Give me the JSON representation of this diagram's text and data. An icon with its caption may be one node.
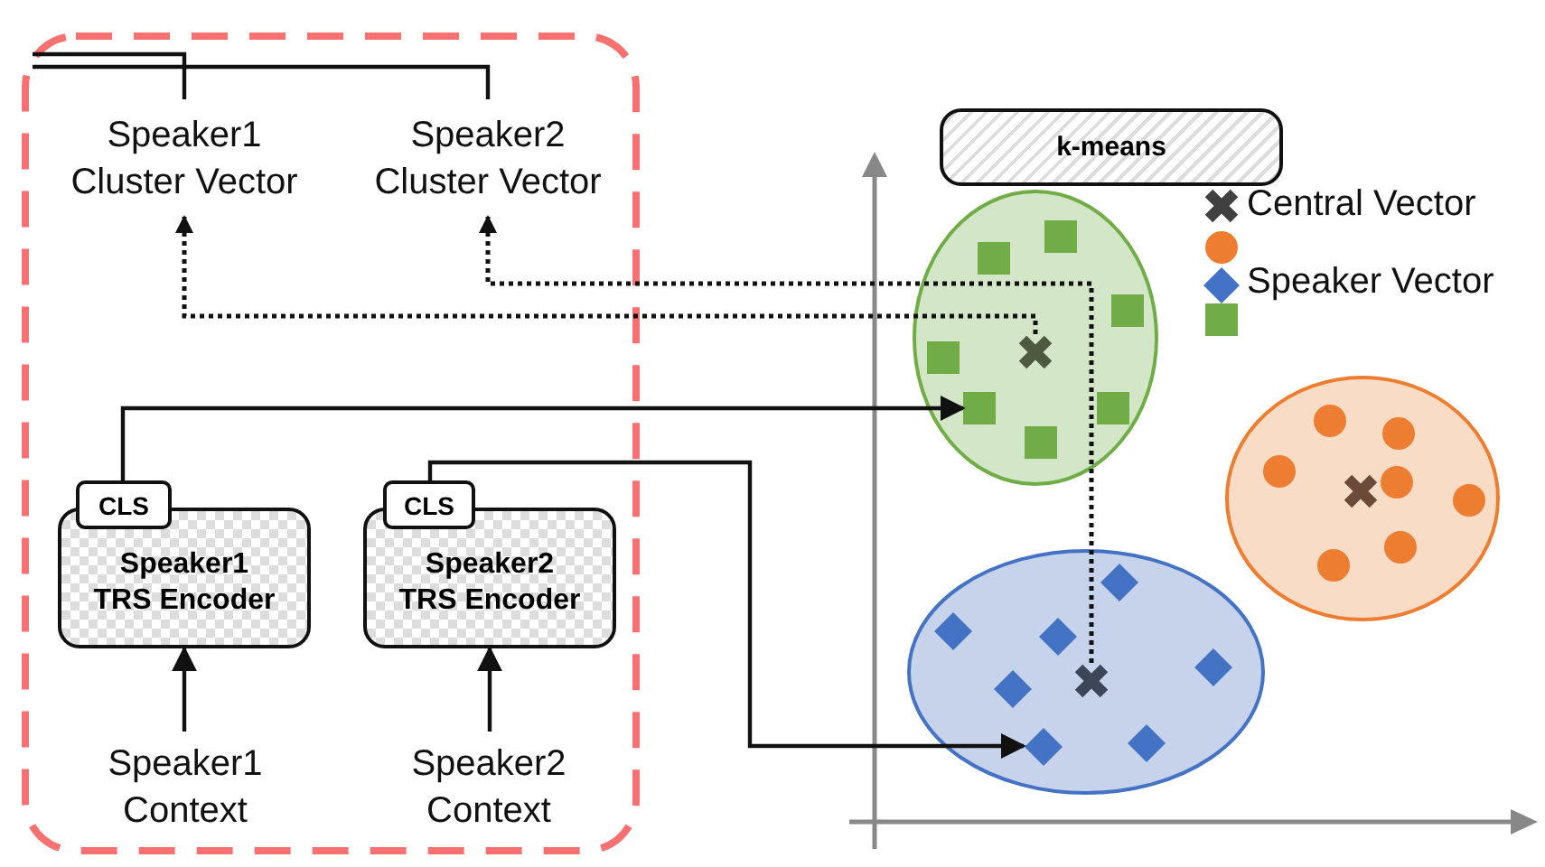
{
  "diagram": {
    "nodes": [
      {
        "text": [],
        "shape": "box"
      },
      {
        "text": [
          "Speaker1 Cluster Vector"
        ],
        "in": 0
      },
      {
        "text": [
          "Speaker2 Cluster Vector"
        ],
        "in": 0
      },
      {
        "text": [
          "CLS"
        ],
        "in": 0
      },
      {
        "text": [
          "Speaker1 TRS Encoder"
        ],
        "in": 0
      },
      {
        "text": [
          "CLS"
        ],
        "in": 0
      },
      {
        "text": [
          "Speaker2 TRS Encoder"
        ],
        "in": 0
      },
      {
        "text": [
          "Speaker1 Context"
        ],
        "in": 0
      },
      {
        "text": [
          "Speaker2 Context"
        ],
        "in": 0
      },
      {
        "text": [
          "k-means"
        ]
      },
      {
        "text": [],
        "shape": "ellipse"
      },
      {
        "text": [],
        "shape": "ellipse"
      },
      {
        "text": [],
        "shape": "ellipse"
      },
      {
        "text": [],
        "shape": "square",
        "in": 10
      },
      {
        "text": [],
        "shape": "diamond",
        "in": 12
      },
      {
        "text": [],
        "shape": "cross",
        "in": 10
      },
      {
        "text": [],
        "shape": "cross",
        "in": 12
      },
      {
        "text": [],
        "shape": "square",
        "in": 10
      },
      {
        "text": [],
        "shape": "square",
        "in": 10
      },
      {
        "text": [],
        "shape": "square",
        "in": 10
      },
      {
        "text": [],
        "shape": "square",
        "in": 10
      },
      {
        "text": [],
        "shape": "square",
        "in": 10
      },
      {
        "text": [],
        "shape": "square",
        "in": 10
      },
      {
        "text": [],
        "shape": "diamond",
        "in": 12
      },
      {
        "text": [],
        "shape": "diamond",
        "in": 12
      },
      {
        "text": [],
        "shape": "diamond",
        "in": 12
      },
      {
        "text": [],
        "shape": "diamond",
        "in": 12
      },
      {
        "text": [],
        "shape": "diamond",
        "in": 12
      },
      {
        "text": [],
        "shape": "diamond",
        "in": 12
      },
      {
        "text": [],
        "shape": "circle",
        "in": 11
      },
      {
        "text": [],
        "shape": "circle",
        "in": 11
      },
      {
        "text": [],
        "shape": "circle",
        "in": 11
      },
      {
        "text": [],
        "shape": "circle",
        "in": 11
      },
      {
        "text": [],
        "shape": "circle",
        "in": 11
      },
      {
        "text": [],
        "shape": "circle",
        "in": 11
      },
      {
        "text": [],
        "shape": "circle",
        "in": 11
      },
      {
        "text": [],
        "shape": "cross",
        "in": 11
      }
    ],
    "edges": [
      {
        "from": 7,
        "to": 4,
        "arrow": "to"
      },
      {
        "from": 8,
        "to": 6,
        "arrow": "to"
      },
      {
        "from": 3,
        "to": 13,
        "arrow": "to"
      },
      {
        "from": 5,
        "to": 14,
        "arrow": "to"
      },
      {
        "from": 15,
        "to": 1,
        "arrow": "to",
        "style": "dashed"
      },
      {
        "from": 16,
        "to": 2,
        "arrow": "to",
        "style": "dashed"
      },
      {
        "from": null,
        "to": 1,
        "arrow": "none"
      },
      {
        "from": null,
        "to": 2,
        "arrow": "none"
      }
    ],
    "legend": [
      {
        "text": "Central Vector"
      },
      {
        "text": "Speaker Vector"
      }
    ]
  }
}
